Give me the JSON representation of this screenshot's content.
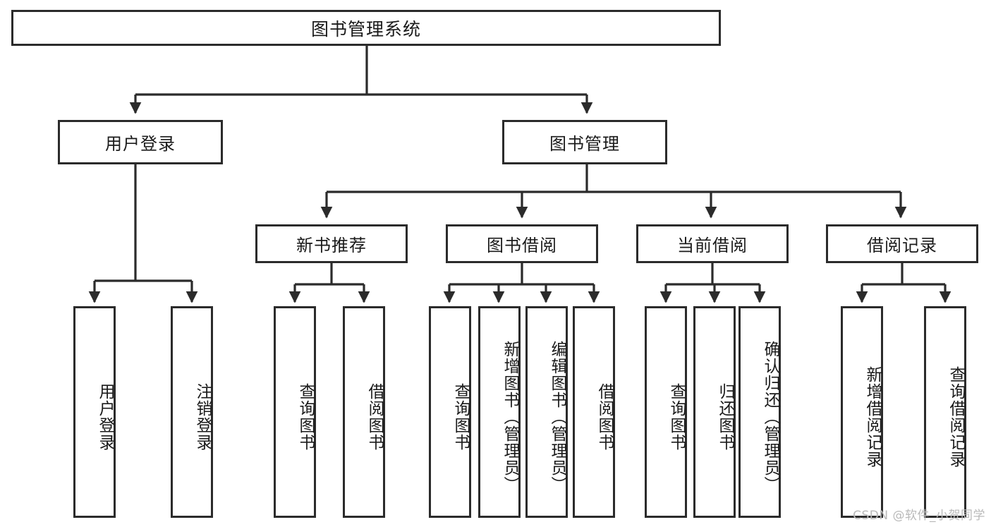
{
  "diagram": {
    "type": "tree-hierarchy",
    "title": "图书管理系统",
    "watermark": "CSDN @软件_小贺同学",
    "colors": {
      "stroke": "#2b2b2b",
      "fill": "#ffffff",
      "text": "#1a1a1a",
      "watermark": "#b9b9b9"
    },
    "nodes": {
      "root": {
        "label": "图书管理系统"
      },
      "level1": [
        {
          "label": "用户登录"
        },
        {
          "label": "图书管理"
        }
      ],
      "level2": [
        {
          "label": "新书推荐"
        },
        {
          "label": "图书借阅"
        },
        {
          "label": "当前借阅"
        },
        {
          "label": "借阅记录"
        }
      ],
      "leaves_user_login": [
        {
          "label": "用户登录"
        },
        {
          "label": "注销登录"
        }
      ],
      "leaves_new_book": [
        {
          "label": "查询图书"
        },
        {
          "label": "借阅图书"
        }
      ],
      "leaves_borrow": [
        {
          "label": "查询图书"
        },
        {
          "label": "新增图书（管理员）"
        },
        {
          "label": "编辑图书（管理员）"
        },
        {
          "label": "借阅图书"
        }
      ],
      "leaves_current": [
        {
          "label": "查询图书"
        },
        {
          "label": "归还图书"
        },
        {
          "label": "确认归还（管理员）"
        }
      ],
      "leaves_records": [
        {
          "label": "新增借阅记录"
        },
        {
          "label": "查询借阅记录"
        }
      ]
    }
  }
}
